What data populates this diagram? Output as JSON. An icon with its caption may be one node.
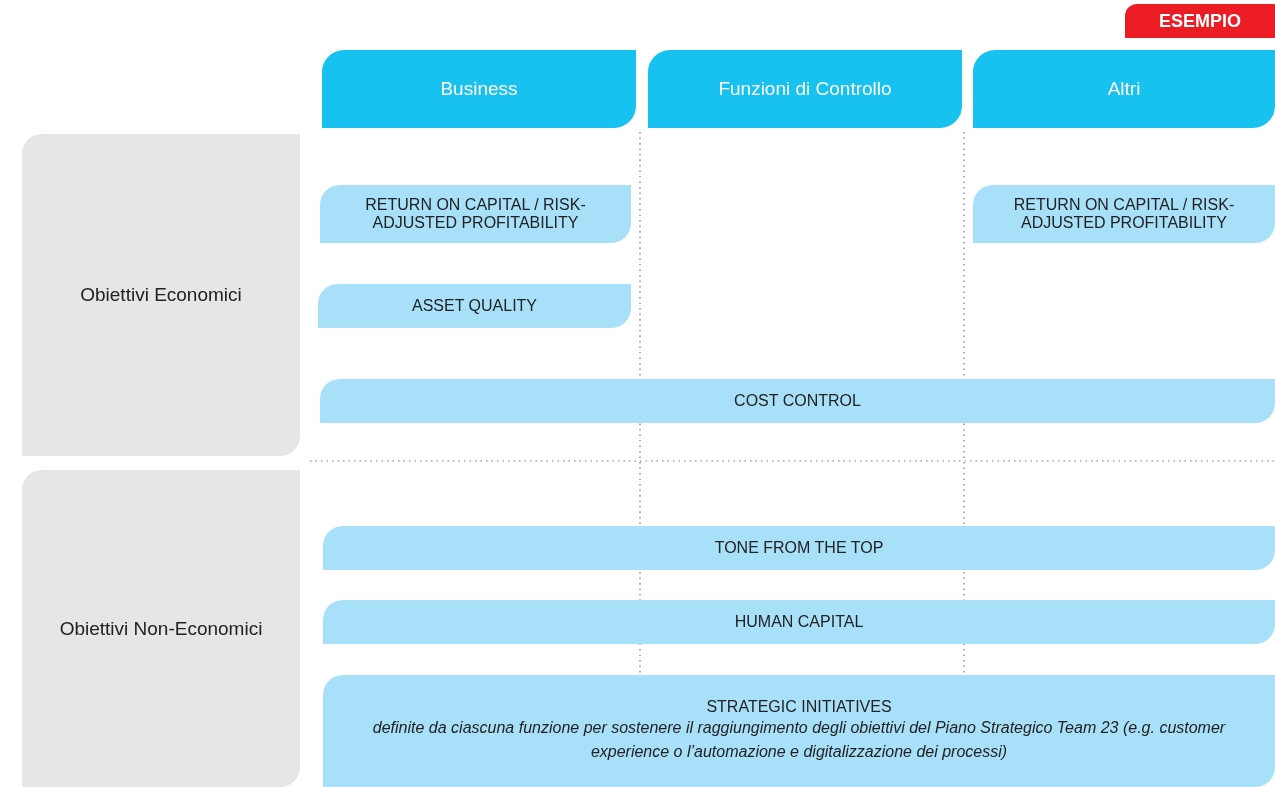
{
  "diagram": {
    "nodes": [
      {
        "text": [
          "ESEMPIO"
        ]
      },
      {
        "text": [
          "Business"
        ]
      },
      {
        "text": [
          "Funzioni di Controllo"
        ]
      },
      {
        "text": [
          "Altri"
        ]
      },
      {
        "text": [
          "Obiettivi Economici"
        ]
      },
      {
        "text": [
          "Obiettivi Non-Economici"
        ]
      },
      {
        "text": [
          "RETURN ON CAPITAL / RISK-ADJUSTED PROFITABILITY"
        ]
      },
      {
        "text": [
          "RETURN ON CAPITAL / RISK-ADJUSTED PROFITABILITY"
        ]
      },
      {
        "text": [
          "ASSET QUALITY"
        ]
      },
      {
        "text": [
          "COST CONTROL"
        ]
      },
      {
        "text": [
          "TONE FROM THE TOP"
        ]
      },
      {
        "text": [
          "HUMAN CAPITAL"
        ]
      },
      {
        "text": [
          "STRATEGIC INITIATIVES",
          "definite da ciascuna funzione per sostenere il raggiungimento degli obiettivi del Piano Strategico Team 23 (e.g. customer experience o l’automazione e digitalizzazione dei processi)"
        ]
      }
    ]
  }
}
